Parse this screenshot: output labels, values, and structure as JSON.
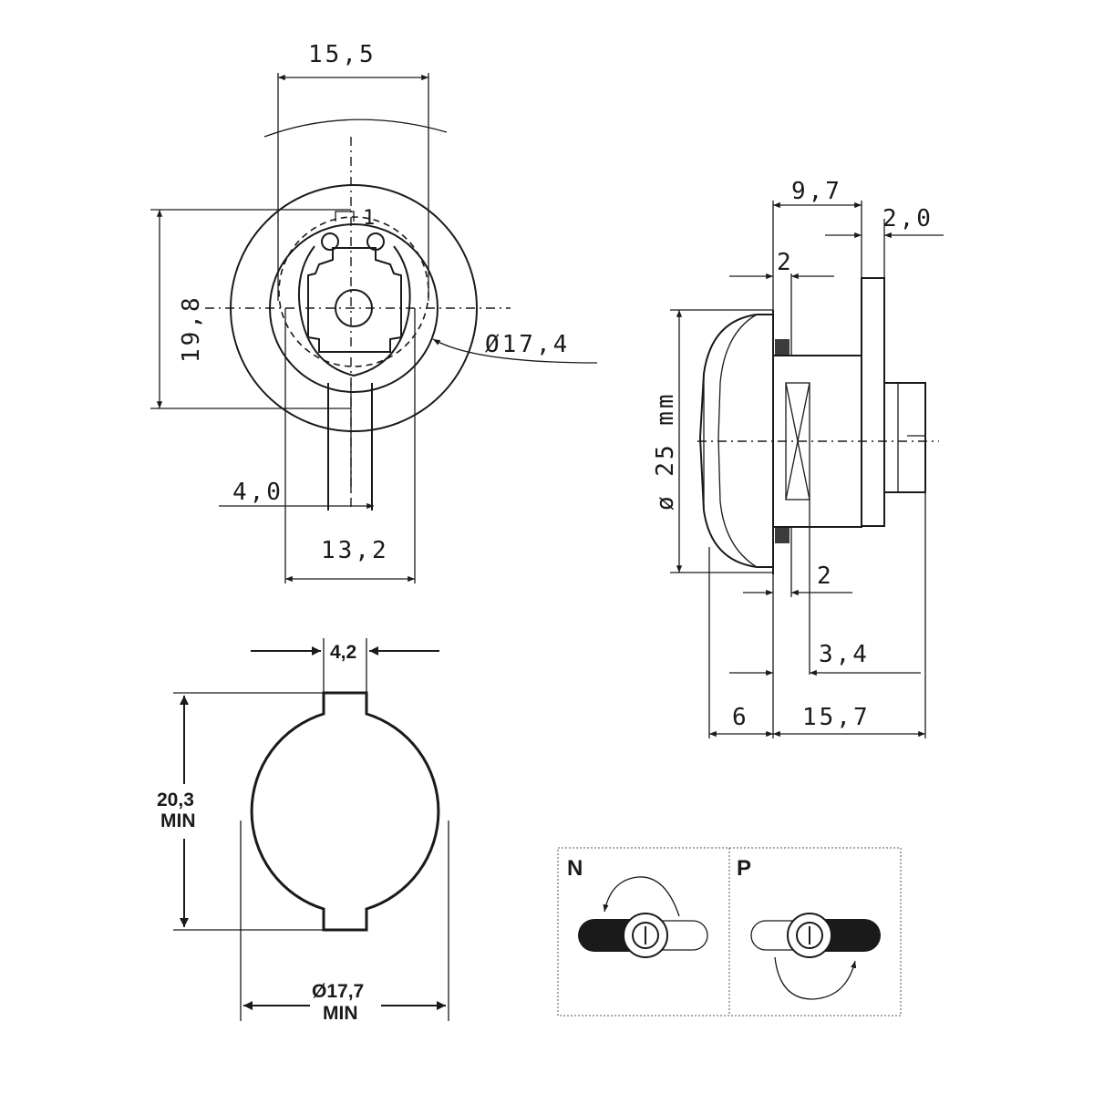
{
  "front_view": {
    "dim_width_top": "15,5",
    "dim_height": "19,8",
    "dim_cam_offset": "4,0",
    "dim_body_width": "13,2",
    "dim_diameter": "Ø17,4",
    "marker": "1"
  },
  "side_view": {
    "dim_shell": "9,7",
    "dim_plate": "2,0",
    "dim_gap_top": "2",
    "dim_gap_bottom": "2",
    "dim_diameter": "ø 25 mm",
    "dim_offset": "3,4",
    "dim_front": "6",
    "dim_total": "15,7"
  },
  "cutout": {
    "dim_key_width": "4,2",
    "dim_height_value": "20,3",
    "dim_height_note": "MIN",
    "dim_diameter_value": "Ø17,7",
    "dim_diameter_note": "MIN"
  },
  "rotation": {
    "left_label": "N",
    "right_label": "P"
  }
}
